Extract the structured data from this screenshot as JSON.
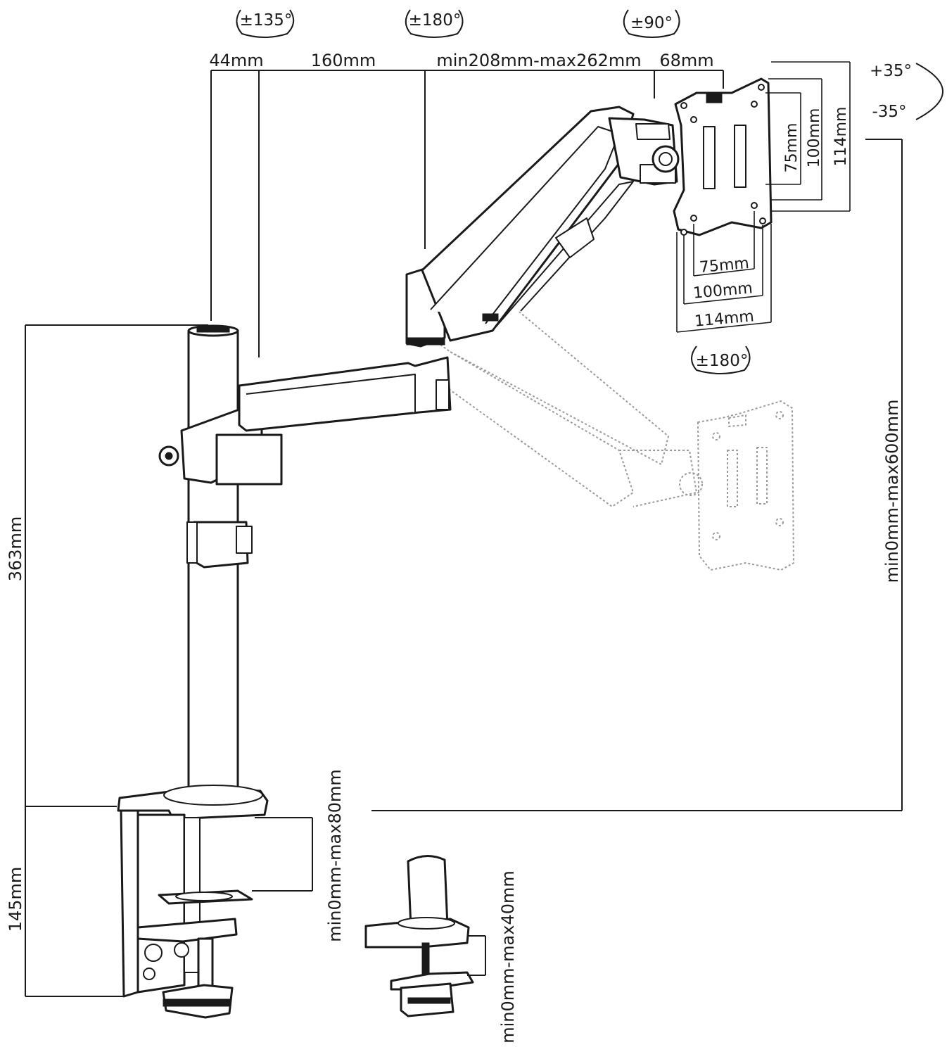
{
  "rotation_labels": {
    "pole_swivel": "±135°",
    "arm_swivel": "±180°",
    "head_tilt": "±90°",
    "head_rotation": "±180°",
    "tilt_up": "+35°",
    "tilt_down": "-35°"
  },
  "dimensions": {
    "pole_offset": "44mm",
    "lower_arm": "160mm",
    "upper_arm": "min208mm-max262mm",
    "head_offset": "68mm",
    "pole_height": "363mm",
    "clamp_height": "145mm",
    "height_range": "min0mm-max600mm",
    "clamp_range": "min0mm-max80mm",
    "grommet_range": "min0mm-max40mm"
  },
  "vesa": {
    "horizontal": [
      "75mm",
      "100mm",
      "114mm"
    ],
    "vertical": [
      "75mm",
      "100mm",
      "114mm"
    ]
  },
  "colors": {
    "line": "#1a1a1a",
    "ghost": "#9a9a9a",
    "background": "#ffffff"
  }
}
